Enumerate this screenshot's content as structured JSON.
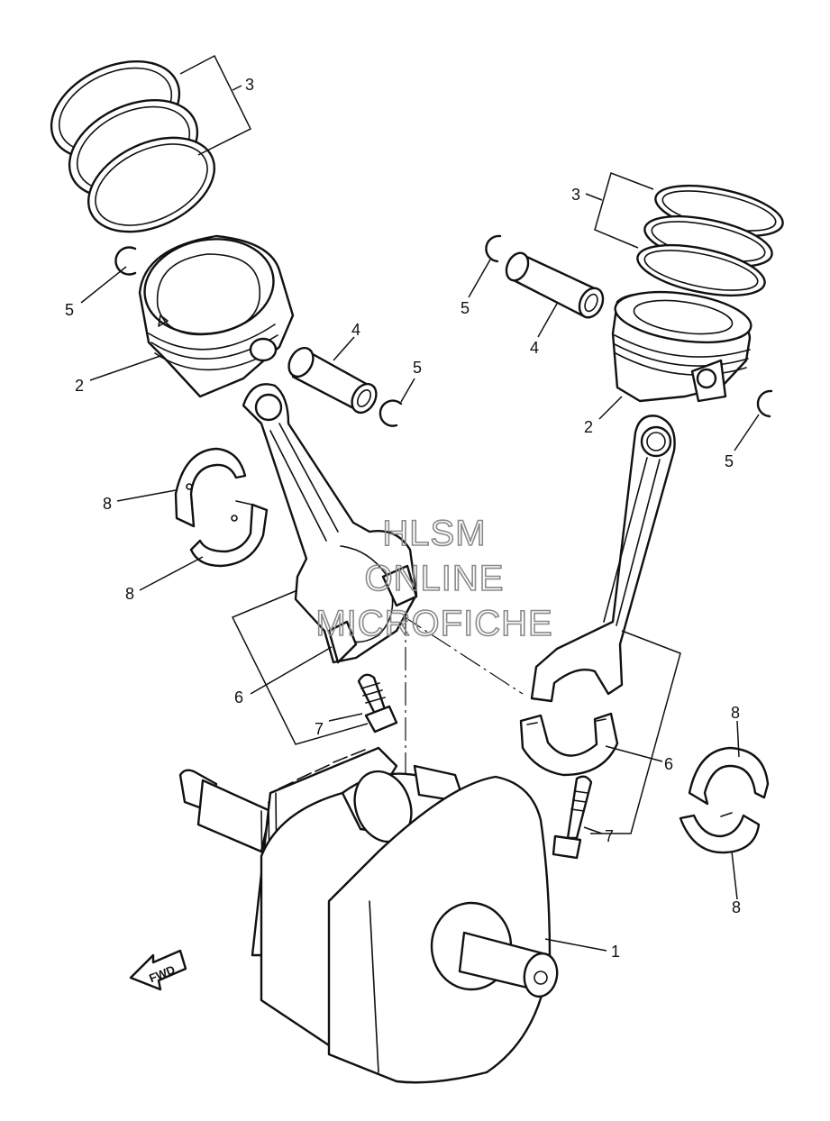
{
  "callouts": {
    "crankshaft": "1",
    "piston_left": "2",
    "piston_right": "2",
    "rings_left": "3",
    "rings_right": "3",
    "pin_left": "4",
    "pin_right": "4",
    "clip_left_a": "5",
    "clip_left_b": "5",
    "clip_right_a": "5",
    "clip_right_b": "5",
    "rod_left": "6",
    "rod_right": "6",
    "bolt_left": "7",
    "bolt_right": "7",
    "bearing_left_a": "8",
    "bearing_left_b": "8",
    "bearing_right_a": "8",
    "bearing_right_b": "8"
  },
  "direction_label": "FWD",
  "watermark": {
    "line1": "HLSM",
    "line2": "ONLINE",
    "line3": "MICROFICHE"
  }
}
